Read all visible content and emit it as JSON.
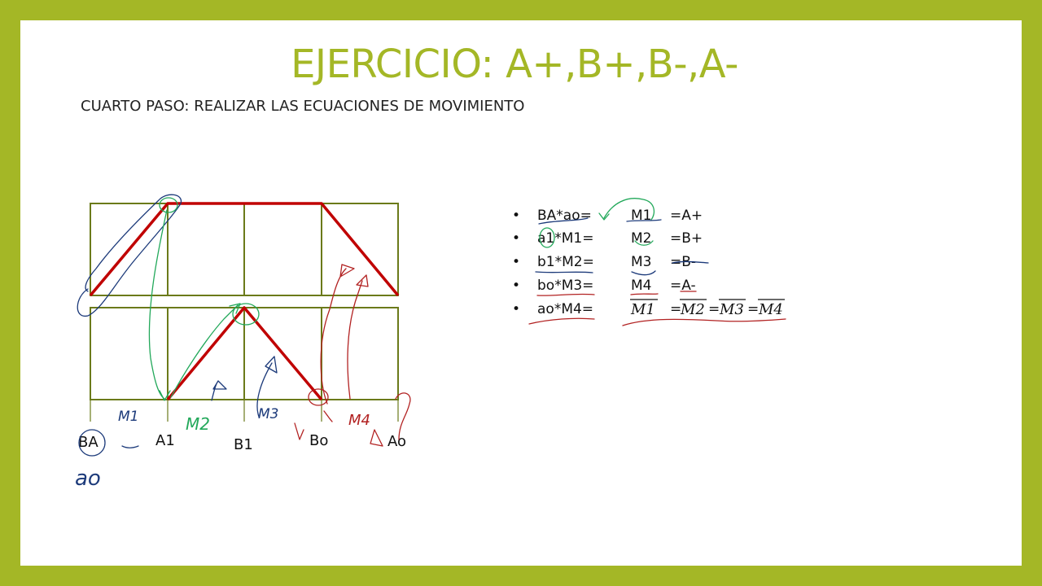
{
  "title": "EJERCICIO: A+,B+,B-,A-",
  "subtitle": "CUARTO PASO: REALIZAR LAS ECUACIONES DE MOVIMIENTO",
  "diagram": {
    "axis_labels": [
      "BA",
      "A1",
      "B1",
      "Bo",
      "Ao"
    ],
    "annotations": {
      "m1": "M1",
      "m2": "M2",
      "m3": "M3",
      "m4": "M4",
      "ao": "ao"
    }
  },
  "equations": [
    {
      "bullet": "•",
      "left": "BA*ao=",
      "middle": "M1",
      "right": "=A+"
    },
    {
      "bullet": "•",
      "left": "a1*M1=",
      "middle": "M2",
      "right": "=B+"
    },
    {
      "bullet": "•",
      "left": "b1*M2=",
      "middle": "M3",
      "right": "=B-"
    },
    {
      "bullet": "•",
      "left": "bo*M3=",
      "middle": "M4",
      "right": "=A-"
    },
    {
      "bullet": "•",
      "left": "ao*M4=",
      "middle": "M1",
      "right": "=",
      "r2": "M2",
      "r3": "M3",
      "r4": "M4"
    }
  ],
  "colors": {
    "accent": "#a4b726",
    "grid": "#6b7a1a",
    "motion": "#c00000",
    "ink_blue": "#1c3a7a",
    "ink_green": "#22a85a",
    "ink_red": "#b22222"
  }
}
